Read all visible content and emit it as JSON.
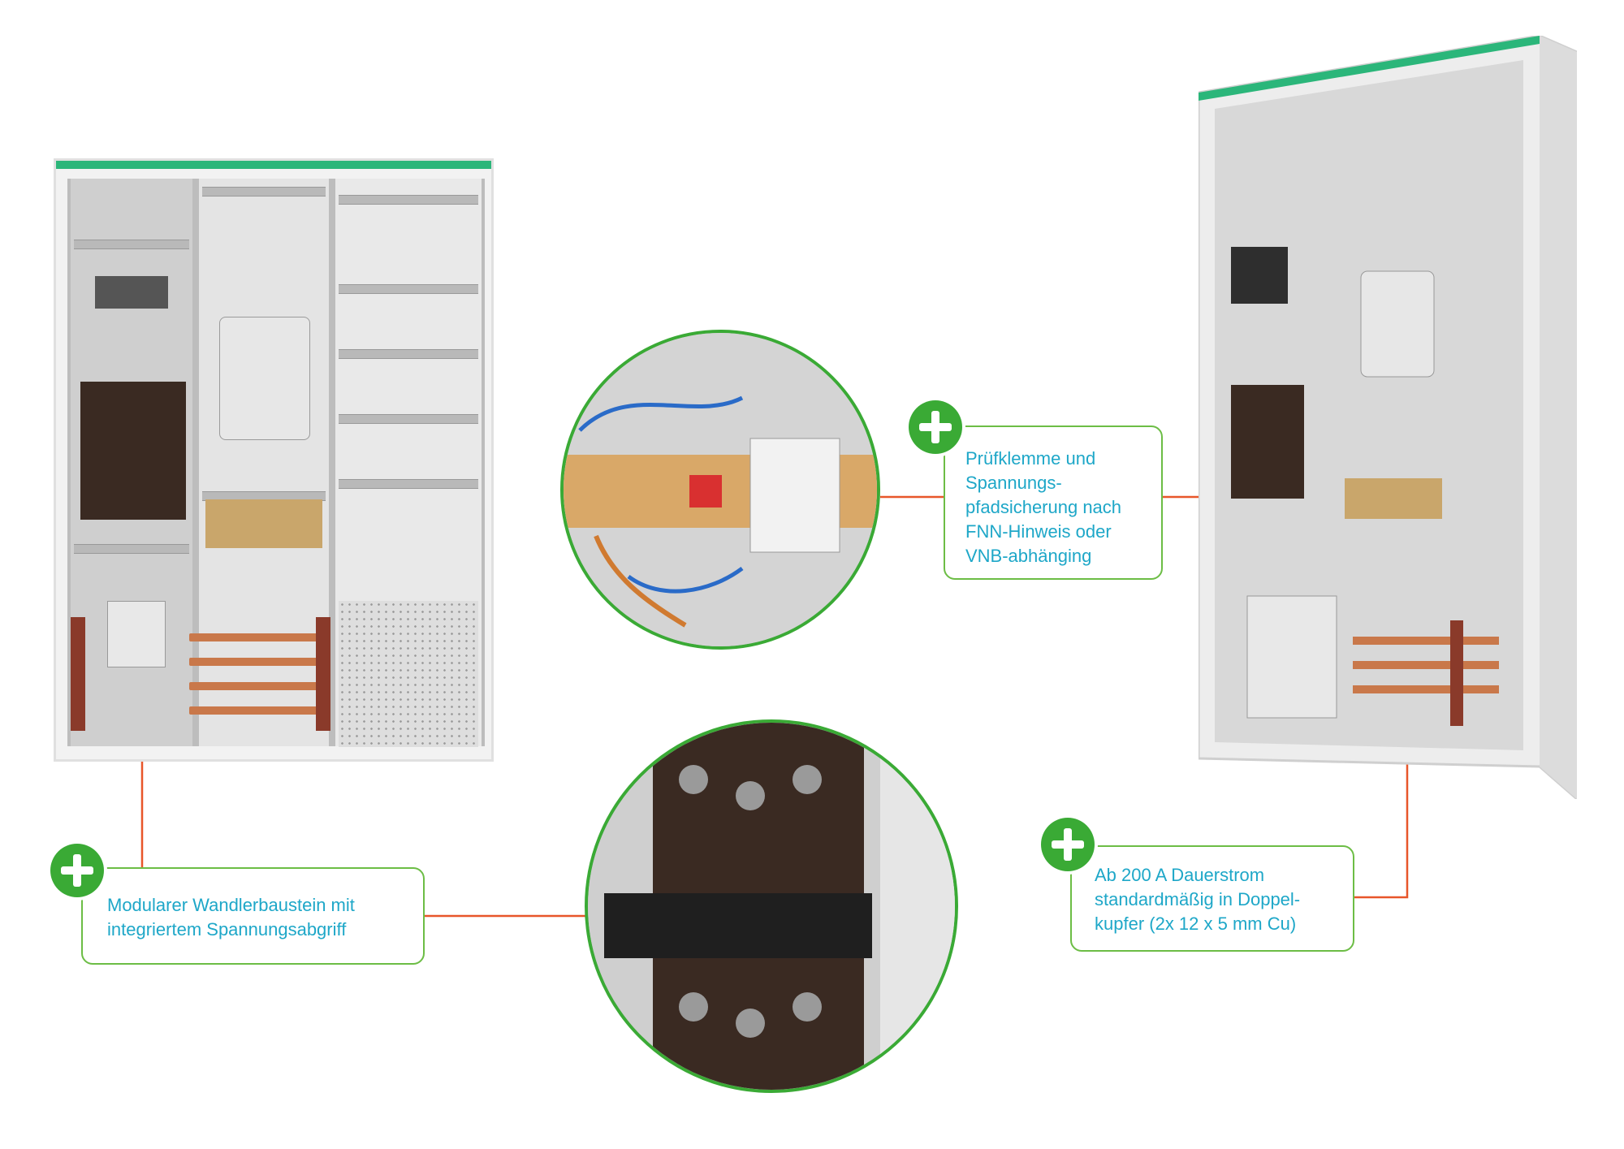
{
  "colors": {
    "accent_green": "#3aaa35",
    "callout_text": "#1ea7c8",
    "connector_line": "#e8562a"
  },
  "callouts": {
    "left": {
      "text": "Modularer Wandlerbaustein mit\nintegriertem Spannungsabgriff"
    },
    "top_right": {
      "text": "Prüfklemme und\nSpannungs-\npfadsicherung nach\nFNN-Hinweis oder\nVNB-abhänging"
    },
    "bottom_right": {
      "text": "Ab 200 A Dauerstrom\nstandardmäßig in Doppel-\nkupfer (2x 12 x 5 mm Cu)"
    }
  },
  "icons": [
    "plus-icon"
  ]
}
